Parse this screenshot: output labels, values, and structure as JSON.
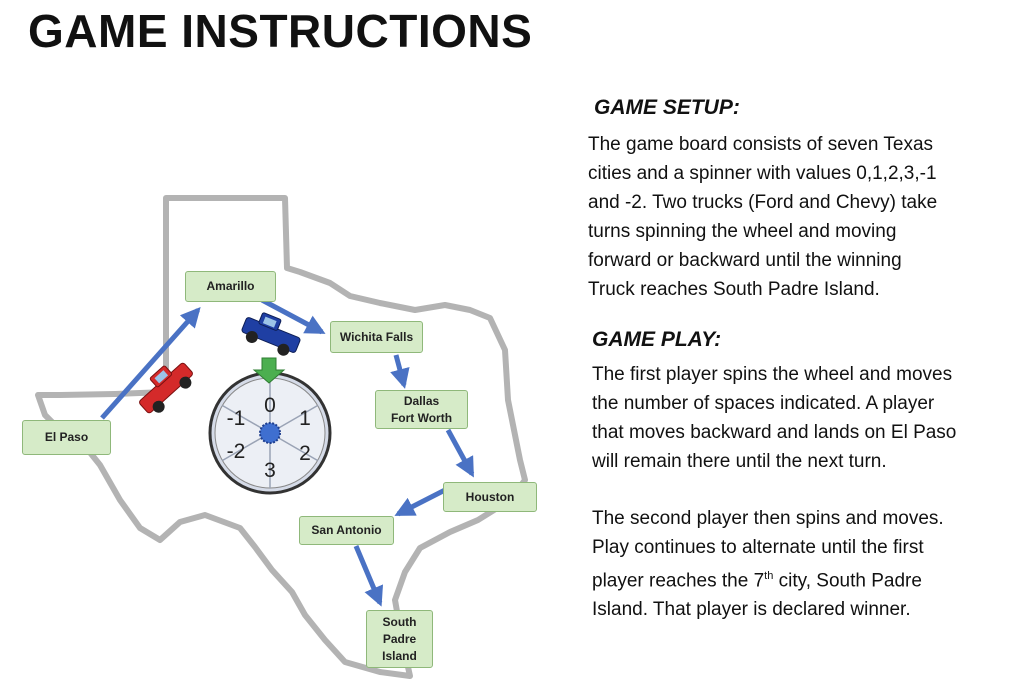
{
  "title": "GAME INSTRUCTIONS",
  "board": {
    "cities": {
      "amarillo": "Amarillo",
      "wichita_falls": "Wichita Falls",
      "el_paso": "El Paso",
      "dallas": "Dallas",
      "fort_worth": "Fort Worth",
      "houston": "Houston",
      "san_antonio": "San Antonio",
      "south": "South",
      "padre": "Padre",
      "island": "Island"
    },
    "spinner": {
      "values": [
        "0",
        "1",
        "2",
        "3",
        "-2",
        "-1"
      ]
    },
    "colors": {
      "city_fill": "#d6ebc8",
      "arrow": "#4a72c4",
      "outline": "#b3b3b3",
      "pointer": "#4caf50",
      "ford_truck": "#d42a2a",
      "chevy_truck": "#1f3fa3"
    }
  },
  "setup": {
    "heading": "GAME SETUP:",
    "lines": [
      "The game board consists of seven Texas",
      "cities and a spinner with values 0,1,2,3,-1",
      "and -2.   Two trucks (Ford and Chevy) take",
      "turns spinning the wheel and moving",
      "forward or backward until the winning",
      "Truck reaches South Padre Island."
    ]
  },
  "play": {
    "heading": "GAME PLAY:",
    "para1": [
      "The first player spins the wheel and moves",
      "the number of spaces indicated.  A player",
      "that moves backward and lands on El Paso",
      "will remain there until the next turn."
    ],
    "para2_lines": [
      "The second player then spins and moves.",
      "Play continues to alternate until the first"
    ],
    "para2_line3_pre": "player reaches the 7",
    "para2_line3_sup": "th",
    "para2_line3_post": " city, South Padre",
    "para2_line4": "Island.  That player is declared winner."
  }
}
